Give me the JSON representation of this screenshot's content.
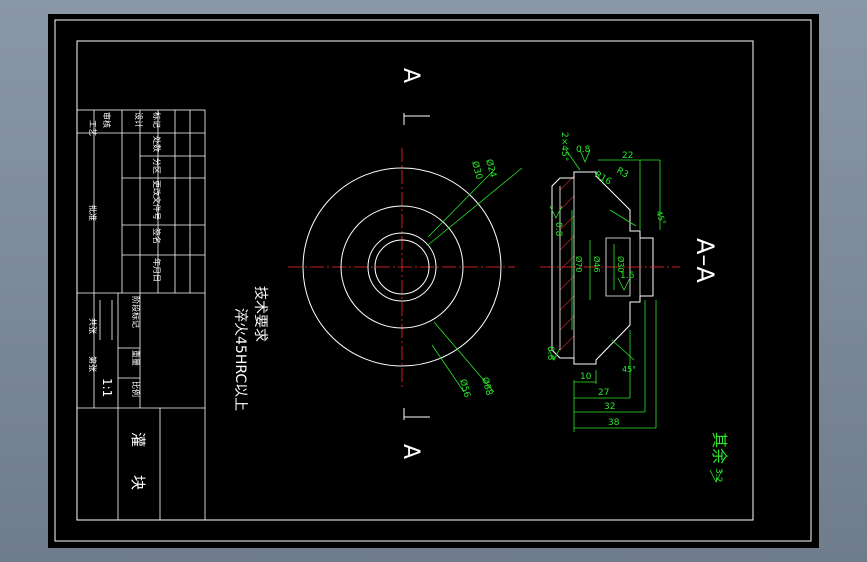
{
  "colors": {
    "background": "#000000",
    "frame": "#ffffff",
    "outline": "#ffffff",
    "center_line": "#ff2a2a",
    "dimension": "#29e829",
    "hatch": "#d02020",
    "window": "#7e8b9b"
  },
  "section_marker": {
    "top_letter": "A",
    "bottom_letter": "A",
    "view_label": "A–A"
  },
  "title_block": {
    "cells": {
      "process": "工艺",
      "review": "审核",
      "design": "设计",
      "mark": "标记",
      "count": "处数",
      "zone": "分区",
      "approve": "批准",
      "doc_no": "更改文件号",
      "signature": "签名",
      "date": "年月日",
      "stage_mark": "阶段标记",
      "weight": "重量",
      "scale_label": "比例",
      "scale_value": "1:1",
      "sheet_total": "共张",
      "sheet_no": "第张",
      "part_name": "灌块"
    }
  },
  "notes": {
    "heading": "技术要求",
    "line1": "淬火45HRC以上"
  },
  "dimensions": {
    "d24": "Ø24",
    "d30": "Ø30",
    "d56": "Ø56",
    "d88": "Ø88",
    "chamfer": "2×45°",
    "ra08_top": "0.8",
    "ra08_left": "0.8",
    "ra08_bottom": "0.8",
    "len22": "22",
    "r3": "R3",
    "r16": "R16",
    "ang45_top": "45°",
    "ang45_bottom": "45°",
    "rough16": "1.6",
    "dia46": "Ø46",
    "dia70": "Ø70",
    "dia30": "Ø30",
    "len10": "10",
    "len27": "27",
    "len32": "32",
    "len38": "38"
  },
  "surface_note": {
    "label": "其余",
    "value": "3.2"
  }
}
